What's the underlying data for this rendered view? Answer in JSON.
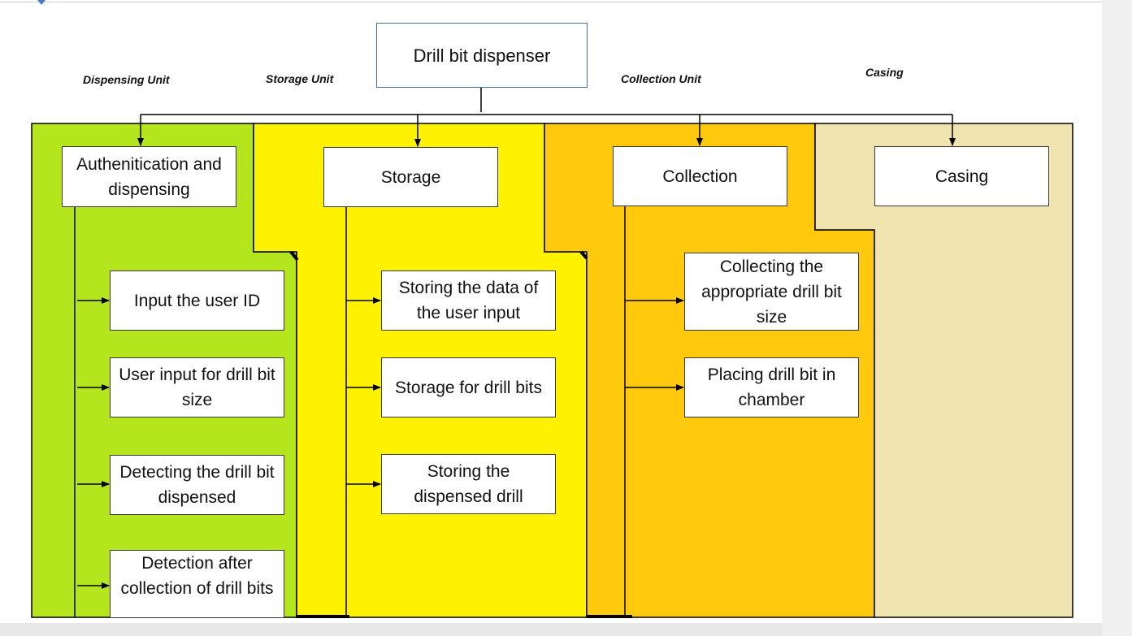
{
  "title": "Drill bit dispenser",
  "units": {
    "dispensing": "Dispensing Unit",
    "storage": "Storage Unit",
    "collection": "Collection Unit",
    "casing": "Casing"
  },
  "columns": {
    "dispensing": {
      "header": "Authenitication and dispensing",
      "items": [
        "Input the user ID",
        "User input for drill bit size",
        "Detecting the drill bit dispensed",
        "Detection after collection of drill bits"
      ]
    },
    "storage": {
      "header": "Storage",
      "items": [
        "Storing the data of the user input",
        "Storage  for drill bits",
        "Storing the dispensed drill"
      ]
    },
    "collection": {
      "header": "Collection",
      "items": [
        "Collecting the appropriate drill bit size",
        "Placing drill bit in chamber"
      ]
    },
    "casing": {
      "header": "Casing",
      "items": []
    }
  },
  "colors": {
    "dispensing_region": "#b5e61d",
    "storage_region": "#fff200",
    "collection_region": "#ffc90e",
    "casing_region": "#efe4b0",
    "title_border": "#4a6fa5"
  }
}
